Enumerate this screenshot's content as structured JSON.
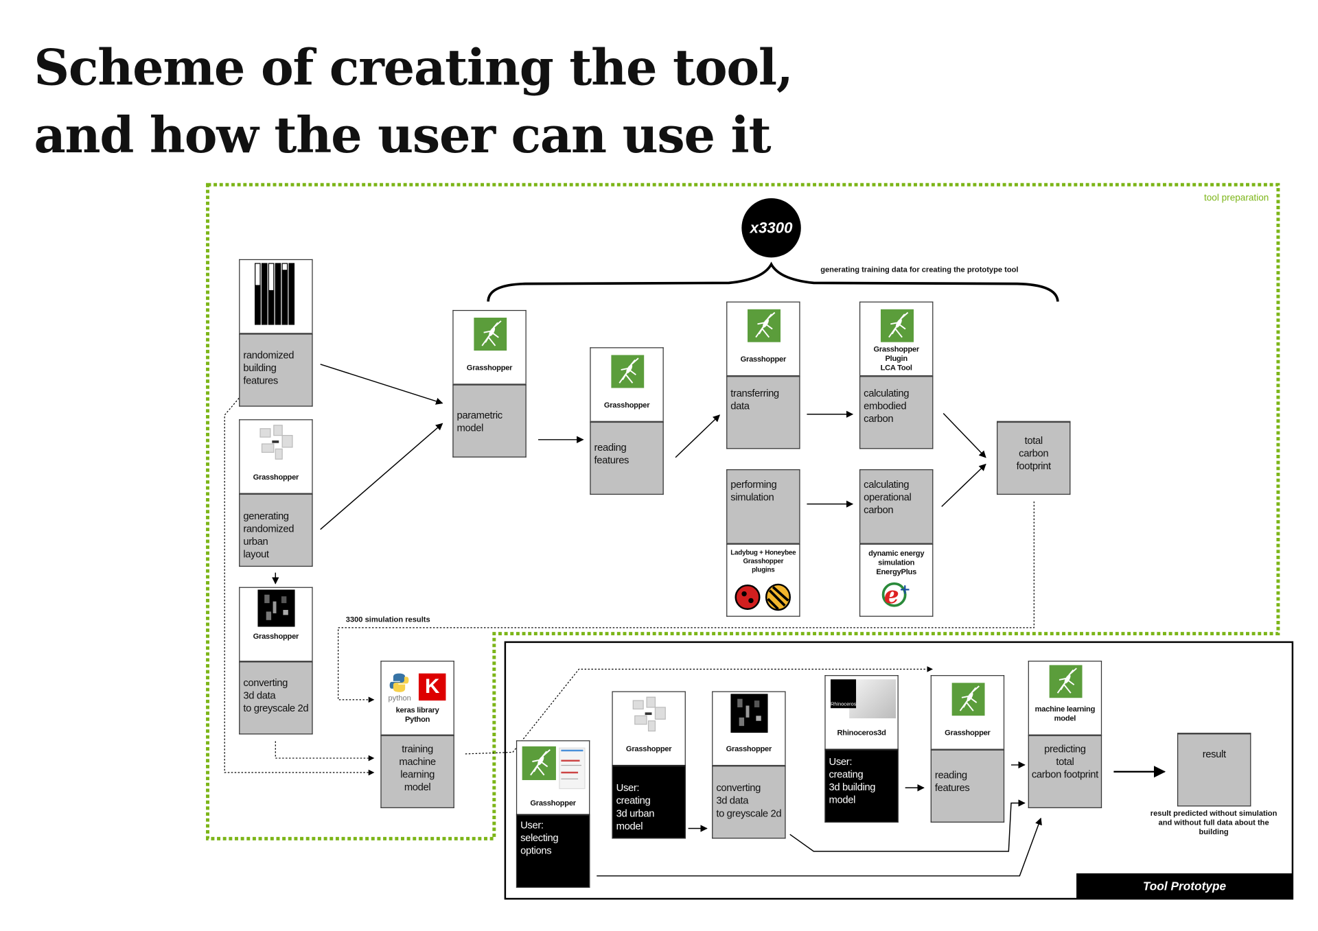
{
  "title": "Scheme of creating the tool,\nand how the user can use it",
  "colors": {
    "green_border": "#7cb518",
    "grasshopper_green": "#5b9d3b",
    "box_grey": "#c1c1c1"
  },
  "tool_preparation_label": "tool preparation",
  "iterations_badge": "x3300",
  "brace_caption": "generating training data for creating the prototype tool",
  "simulation_results_label": "3300 simulation results",
  "prep": {
    "b1": {
      "text": "randomized\nbuilding\nfeatures"
    },
    "b2": {
      "label": "Grasshopper",
      "text": "generating\nrandomized\nurban\nlayout"
    },
    "b3": {
      "label": "Grasshopper",
      "text": "converting\n3d data\nto greyscale 2d"
    },
    "b4": {
      "label": "Grasshopper",
      "text": "parametric\nmodel"
    },
    "b5": {
      "label": "Grasshopper",
      "text": "reading\nfeatures"
    },
    "b6": {
      "label": "Grasshopper",
      "text": "transferring\ndata"
    },
    "b7": {
      "label": "Grasshopper\nPlugin\nLCA Tool",
      "text": "calculating\nembodied\ncarbon"
    },
    "b8": {
      "label": "Ladybug + Honeybee\nGrasshopper\nplugins",
      "text": "performing\nsimulation"
    },
    "b9": {
      "label": "dynamic energy\nsimulation\nEnergyPlus",
      "text": "calculating\noperational\ncarbon"
    },
    "b10": {
      "text": "total\ncarbon\nfootprint"
    },
    "b11": {
      "label": "keras library\nPython",
      "python_logo": "python",
      "keras_logo": "K",
      "text": "training\nmachine\nlearning\nmodel"
    }
  },
  "proto": {
    "title": "Tool Prototype",
    "p1": {
      "label": "Grasshopper",
      "text": "User:\nselecting\noptions"
    },
    "p2": {
      "label": "Grasshopper",
      "text": "User:\ncreating\n3d urban model"
    },
    "p3": {
      "label": "Grasshopper",
      "text": "converting\n3d data\nto greyscale 2d"
    },
    "p4": {
      "label": "Rhinoceros3d",
      "logo": "Rhinoceros",
      "text": "User:\ncreating\n3d building\nmodel"
    },
    "p5": {
      "label": "Grasshopper",
      "text": "reading\nfeatures"
    },
    "p6": {
      "label": "machine learning\nmodel",
      "text": "predicting\ntotal\ncarbon footprint"
    },
    "p7": {
      "text": "result",
      "caption": "result predicted without simulation\nand without full data about the\nbuilding"
    }
  }
}
